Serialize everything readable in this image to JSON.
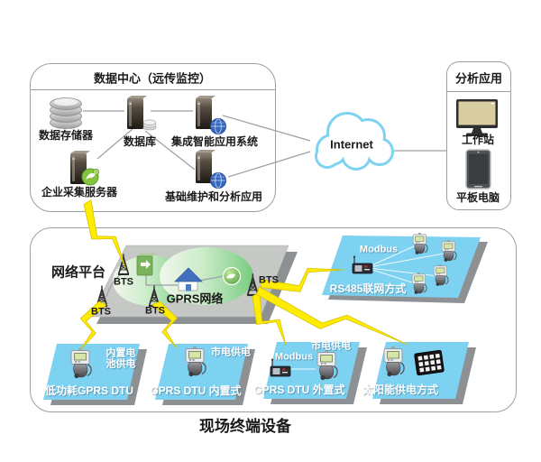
{
  "diagram": {
    "data_center": {
      "title": "数据中心（远传监控）",
      "nodes": {
        "storage": "数据存储器",
        "database": "数据库",
        "integrated": "集成智能应用系统",
        "enterprise": "企业采集服务器",
        "maintenance": "基础维护和分析应用"
      }
    },
    "internet_label": "Internet",
    "analysis": {
      "title": "分析应用",
      "workstation": "工作站",
      "tablet": "平板电脑"
    },
    "network": {
      "platform_label": "网络平台",
      "gprs_label": "GPRS网络",
      "bts1": "BTS",
      "bts2": "BTS",
      "bts3": "BTS",
      "bts4": "BTS"
    },
    "rs485": {
      "modbus": "Modbus",
      "label": "RS485联网方式"
    },
    "terminals": {
      "box1": {
        "power_line1": "内置电",
        "power_line2": "池供电",
        "label": "低功耗GPRS DTU"
      },
      "box2": {
        "power": "市电供电",
        "label": "GPRS DTU 内置式"
      },
      "box3": {
        "power": "市电供电",
        "modbus": "Modbus",
        "label": "GPRS DTU 外置式"
      },
      "box4": {
        "label": "太阳能供电方式"
      }
    },
    "footer_label": "现场终端设备",
    "colors": {
      "panel_blue": "#7ed2f1",
      "shadow_gray": "#8e9194",
      "platform_gray": "#c6c8c5",
      "cloud_blue": "#7fd3f0",
      "bolt_yellow": "#ffec00",
      "gprs_green": "#7fd487"
    }
  }
}
